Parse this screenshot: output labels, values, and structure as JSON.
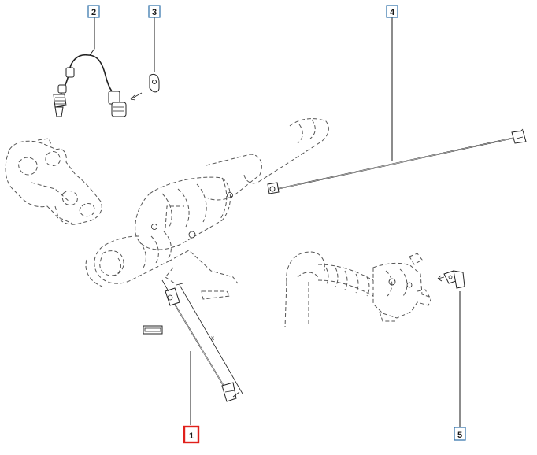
{
  "diagram": {
    "callouts": [
      {
        "id": "1",
        "label": "1",
        "selected": true
      },
      {
        "id": "2",
        "label": "2",
        "selected": false
      },
      {
        "id": "3",
        "label": "3",
        "selected": false
      },
      {
        "id": "4",
        "label": "4",
        "selected": false
      },
      {
        "id": "5",
        "label": "5",
        "selected": false
      }
    ],
    "dimension_mark": "x",
    "colors": {
      "callout_border": "#2b6fa8",
      "selected_border": "#e0201b",
      "line": "#1a1a1a"
    }
  }
}
